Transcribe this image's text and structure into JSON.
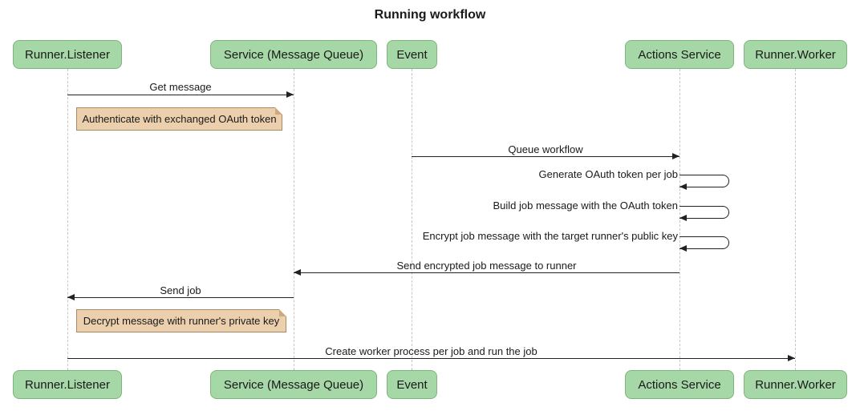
{
  "title": "Running workflow",
  "participants": [
    {
      "label": "Runner.Listener"
    },
    {
      "label": "Service (Message Queue)"
    },
    {
      "label": "Event"
    },
    {
      "label": "Actions Service"
    },
    {
      "label": "Runner.Worker"
    }
  ],
  "messages": [
    {
      "label": "Get message",
      "from": "Runner.Listener",
      "to": "Service (Message Queue)"
    },
    {
      "label": "Queue workflow",
      "from": "Event",
      "to": "Actions Service"
    },
    {
      "label": "Generate OAuth token per job",
      "from": "Actions Service",
      "to": "Actions Service"
    },
    {
      "label": "Build job message with the OAuth token",
      "from": "Actions Service",
      "to": "Actions Service"
    },
    {
      "label": "Encrypt job message with the target runner's public key",
      "from": "Actions Service",
      "to": "Actions Service"
    },
    {
      "label": "Send encrypted job message to runner",
      "from": "Actions Service",
      "to": "Service (Message Queue)"
    },
    {
      "label": "Send job",
      "from": "Service (Message Queue)",
      "to": "Runner.Listener"
    },
    {
      "label": "Create worker process per job and run the job",
      "from": "Runner.Listener",
      "to": "Runner.Worker"
    }
  ],
  "notes": [
    {
      "label": "Authenticate with exchanged OAuth token",
      "over": "Runner.Listener"
    },
    {
      "label": "Decrypt message with runner's private key",
      "over": "Runner.Listener"
    }
  ],
  "colors": {
    "actor_fill": "#a6d7a6",
    "actor_border": "#7fb47f",
    "note_fill": "#ecd0ae",
    "note_border": "#a98a63",
    "note_fold": "#cfa87c",
    "line_color": "#222222",
    "lifeline_color": "#c6c6c6"
  }
}
